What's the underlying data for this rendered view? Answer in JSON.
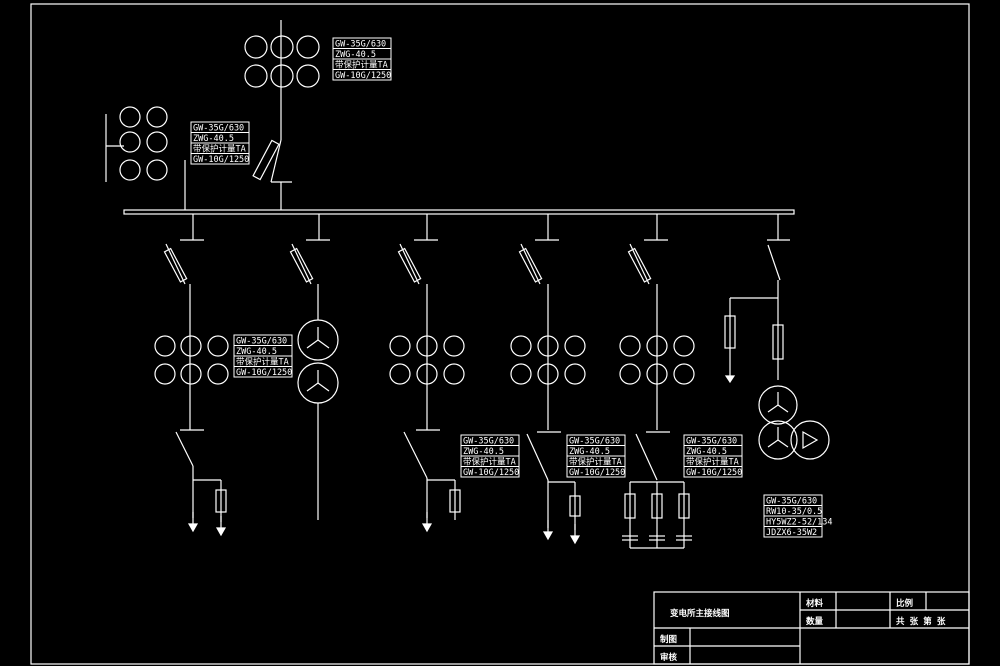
{
  "spec_groups": [
    {
      "id": "incoming-top",
      "lines": [
        "GW-35G/630",
        "ZWG-40.5",
        "带保护计量TA",
        "GW-10G/1250"
      ]
    },
    {
      "id": "incoming-left",
      "lines": [
        "GW-35G/630",
        "ZWG-40.5",
        "带保护计量TA",
        "GW-10G/1250"
      ]
    },
    {
      "id": "feeder-1",
      "lines": [
        "GW-35G/630",
        "ZWG-40.5",
        "带保护计量TA",
        "GW-10G/1250"
      ]
    },
    {
      "id": "feeder-3",
      "lines": [
        "GW-35G/630",
        "ZWG-40.5",
        "带保护计量TA",
        "GW-10G/1250"
      ]
    },
    {
      "id": "feeder-4",
      "lines": [
        "GW-35G/630",
        "ZWG-40.5",
        "带保护计量TA",
        "GW-10G/1250"
      ]
    },
    {
      "id": "feeder-5",
      "lines": [
        "GW-35G/630",
        "ZWG-40.5",
        "带保护计量TA",
        "GW-10G/1250"
      ]
    },
    {
      "id": "pt-bay",
      "lines": [
        "GW-35G/630",
        "RW10-35/0.5",
        "HY5WZ2-52/134",
        "JDZX6-35W2"
      ]
    }
  ],
  "title_block": {
    "title": "变电所主接线图",
    "material_label": "材料",
    "quantity_label": "数量",
    "scale_label": "比例",
    "sheets_label": "共 张 第 张",
    "drawn_label": "制图",
    "checked_label": "审核"
  }
}
